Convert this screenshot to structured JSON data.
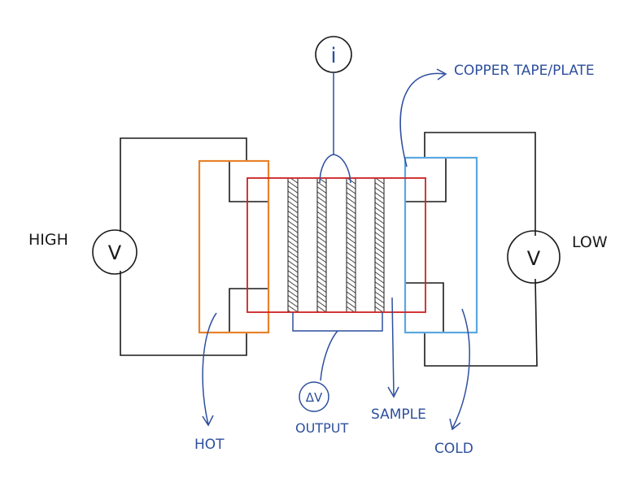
{
  "labels": {
    "high": "HIGH",
    "low": "LOW",
    "hot": "HOT",
    "cold": "COLD",
    "output": "OUTPUT",
    "sample": "SAMPLE",
    "copper": "COPPER TAPE/PLATE"
  },
  "symbols": {
    "current": "i",
    "voltmeter_left": "V",
    "voltmeter_right": "V",
    "delta_v": "ΔV"
  },
  "colors": {
    "wire": "#1a1a1a",
    "annotation": "#2e4f9e",
    "hot_plate": "#e8822a",
    "cold_plate": "#5aa8e0",
    "sample": "#cc2222"
  }
}
